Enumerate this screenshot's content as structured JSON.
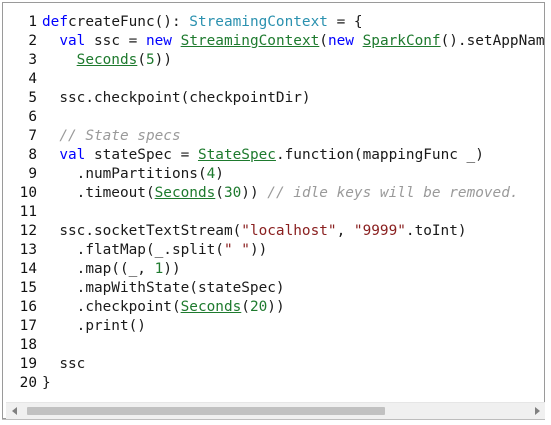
{
  "editor": {
    "lines": [
      {
        "n": "1",
        "tokens": [
          [
            "kw",
            "def"
          ],
          [
            "",
            "createFunc(): "
          ],
          [
            "ty",
            "StreamingContext"
          ],
          [
            "",
            " = {"
          ]
        ]
      },
      {
        "n": "2",
        "tokens": [
          [
            "",
            "  "
          ],
          [
            "kw",
            "val"
          ],
          [
            "",
            " ssc = "
          ],
          [
            "kw",
            "new"
          ],
          [
            "",
            " "
          ],
          [
            "link",
            "StreamingContext"
          ],
          [
            "",
            "("
          ],
          [
            "kw",
            "new"
          ],
          [
            "",
            " "
          ],
          [
            "link",
            "SparkConf"
          ],
          [
            "",
            "().setAppName("
          ]
        ]
      },
      {
        "n": "3",
        "tokens": [
          [
            "",
            "    "
          ],
          [
            "link",
            "Seconds"
          ],
          [
            "",
            "("
          ],
          [
            "num",
            "5"
          ],
          [
            "",
            "))"
          ]
        ]
      },
      {
        "n": "4",
        "tokens": []
      },
      {
        "n": "5",
        "tokens": [
          [
            "",
            "  ssc.checkpoint(checkpointDir)"
          ]
        ]
      },
      {
        "n": "6",
        "tokens": []
      },
      {
        "n": "7",
        "tokens": [
          [
            "",
            "  "
          ],
          [
            "cm",
            "// State specs"
          ]
        ]
      },
      {
        "n": "8",
        "tokens": [
          [
            "",
            "  "
          ],
          [
            "kw",
            "val"
          ],
          [
            "",
            " stateSpec = "
          ],
          [
            "link",
            "StateSpec"
          ],
          [
            "",
            ".function(mappingFunc _)"
          ]
        ]
      },
      {
        "n": "9",
        "tokens": [
          [
            "",
            "    .numPartitions("
          ],
          [
            "num",
            "4"
          ],
          [
            "",
            ")"
          ]
        ]
      },
      {
        "n": "10",
        "tokens": [
          [
            "",
            "    .timeout("
          ],
          [
            "link",
            "Seconds"
          ],
          [
            "",
            "("
          ],
          [
            "num",
            "30"
          ],
          [
            "",
            "))"
          ],
          [
            "",
            " "
          ],
          [
            "cm",
            "// idle keys will be removed."
          ]
        ]
      },
      {
        "n": "11",
        "tokens": []
      },
      {
        "n": "12",
        "tokens": [
          [
            "",
            "  ssc.socketTextStream("
          ],
          [
            "str",
            "\"localhost\""
          ],
          [
            "",
            ", "
          ],
          [
            "str",
            "\"9999\""
          ],
          [
            "",
            ".toInt)"
          ]
        ]
      },
      {
        "n": "13",
        "tokens": [
          [
            "",
            "    .flatMap(_.split("
          ],
          [
            "str",
            "\" \""
          ],
          [
            "",
            "))"
          ]
        ]
      },
      {
        "n": "14",
        "tokens": [
          [
            "",
            "    .map((_, "
          ],
          [
            "num",
            "1"
          ],
          [
            "",
            "))"
          ]
        ]
      },
      {
        "n": "15",
        "tokens": [
          [
            "",
            "    .mapWithState(stateSpec)"
          ]
        ]
      },
      {
        "n": "16",
        "tokens": [
          [
            "",
            "    .checkpoint("
          ],
          [
            "link",
            "Seconds"
          ],
          [
            "",
            "("
          ],
          [
            "num",
            "20"
          ],
          [
            "",
            "))"
          ]
        ]
      },
      {
        "n": "17",
        "tokens": [
          [
            "",
            "    .print()"
          ]
        ]
      },
      {
        "n": "18",
        "tokens": []
      },
      {
        "n": "19",
        "tokens": [
          [
            "",
            "  ssc"
          ]
        ]
      },
      {
        "n": "20",
        "tokens": [
          [
            "",
            "}"
          ]
        ]
      }
    ]
  },
  "scrollbar": {
    "left_icon": "chevron-left-icon",
    "right_icon": "chevron-right-icon",
    "thumb_fraction": 0.68,
    "thumb_position": 0.0
  }
}
